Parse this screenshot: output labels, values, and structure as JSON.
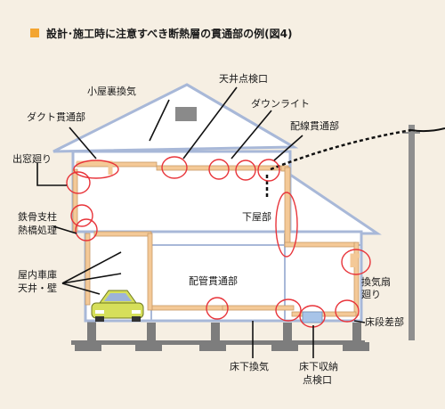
{
  "title": "設計･施工時に注意すべき断熱層の貫通部の例(図4)",
  "colors": {
    "background": "#f6efe3",
    "house_fill": "#ffffff",
    "house_outline": "#a8b8d8",
    "insulation": "#f4c997",
    "marker_circle": "#e8343a",
    "title_square": "#f3a531",
    "car": "#d6df5a",
    "foundation": "#7d7d7d"
  },
  "labels": {
    "attic_ventilation": "小屋裏換気",
    "ceiling_inspection": "天井点検口",
    "downlight": "ダウンライト",
    "duct_penetration": "ダクト貫通部",
    "wiring_penetration": "配線貫通部",
    "bay_window": "出窓廻り",
    "lower_roof": "下屋部",
    "steel_column_line1": "鉄骨支柱",
    "steel_column_line2": "熱橋処理",
    "garage_line1": "屋内車庫",
    "garage_line2": "天井・壁",
    "pipe_penetration": "配管貫通部",
    "fan_line1": "換気扇",
    "fan_line2": "廻り",
    "floor_step": "床段差部",
    "underfloor_ventilation": "床下換気",
    "underfloor_inspection_line1": "床下収納",
    "underfloor_inspection_line2": "点検口"
  },
  "icons": [
    "title-square-icon",
    "car-icon",
    "utility-pole-icon"
  ]
}
